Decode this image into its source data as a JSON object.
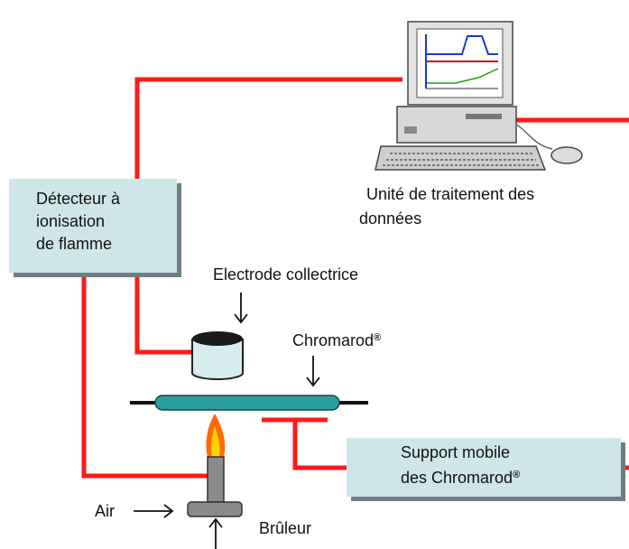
{
  "labels": {
    "data_unit_line1": "Unité de traitement des",
    "data_unit_line2": "données",
    "detector_line1": "Détecteur à",
    "detector_line2": "ionisation",
    "detector_line3": "de flamme",
    "electrode": "Electrode collectrice",
    "chromarod": "Chromarod",
    "chromarod_mark": "®",
    "support_line1": "Support  mobile",
    "support_line2": "des Chromarod",
    "support_mark": "®",
    "air": "Air",
    "burner": "Brûleur"
  },
  "colors": {
    "wire": "#ff1a1a",
    "box_fill": "#cfe6e8",
    "box_shadow": "#6e7f80",
    "rod": "#2a9e9e",
    "flame_outer": "#ff6a00",
    "flame_inner": "#ffd200",
    "computer": "#dcdcdc"
  }
}
